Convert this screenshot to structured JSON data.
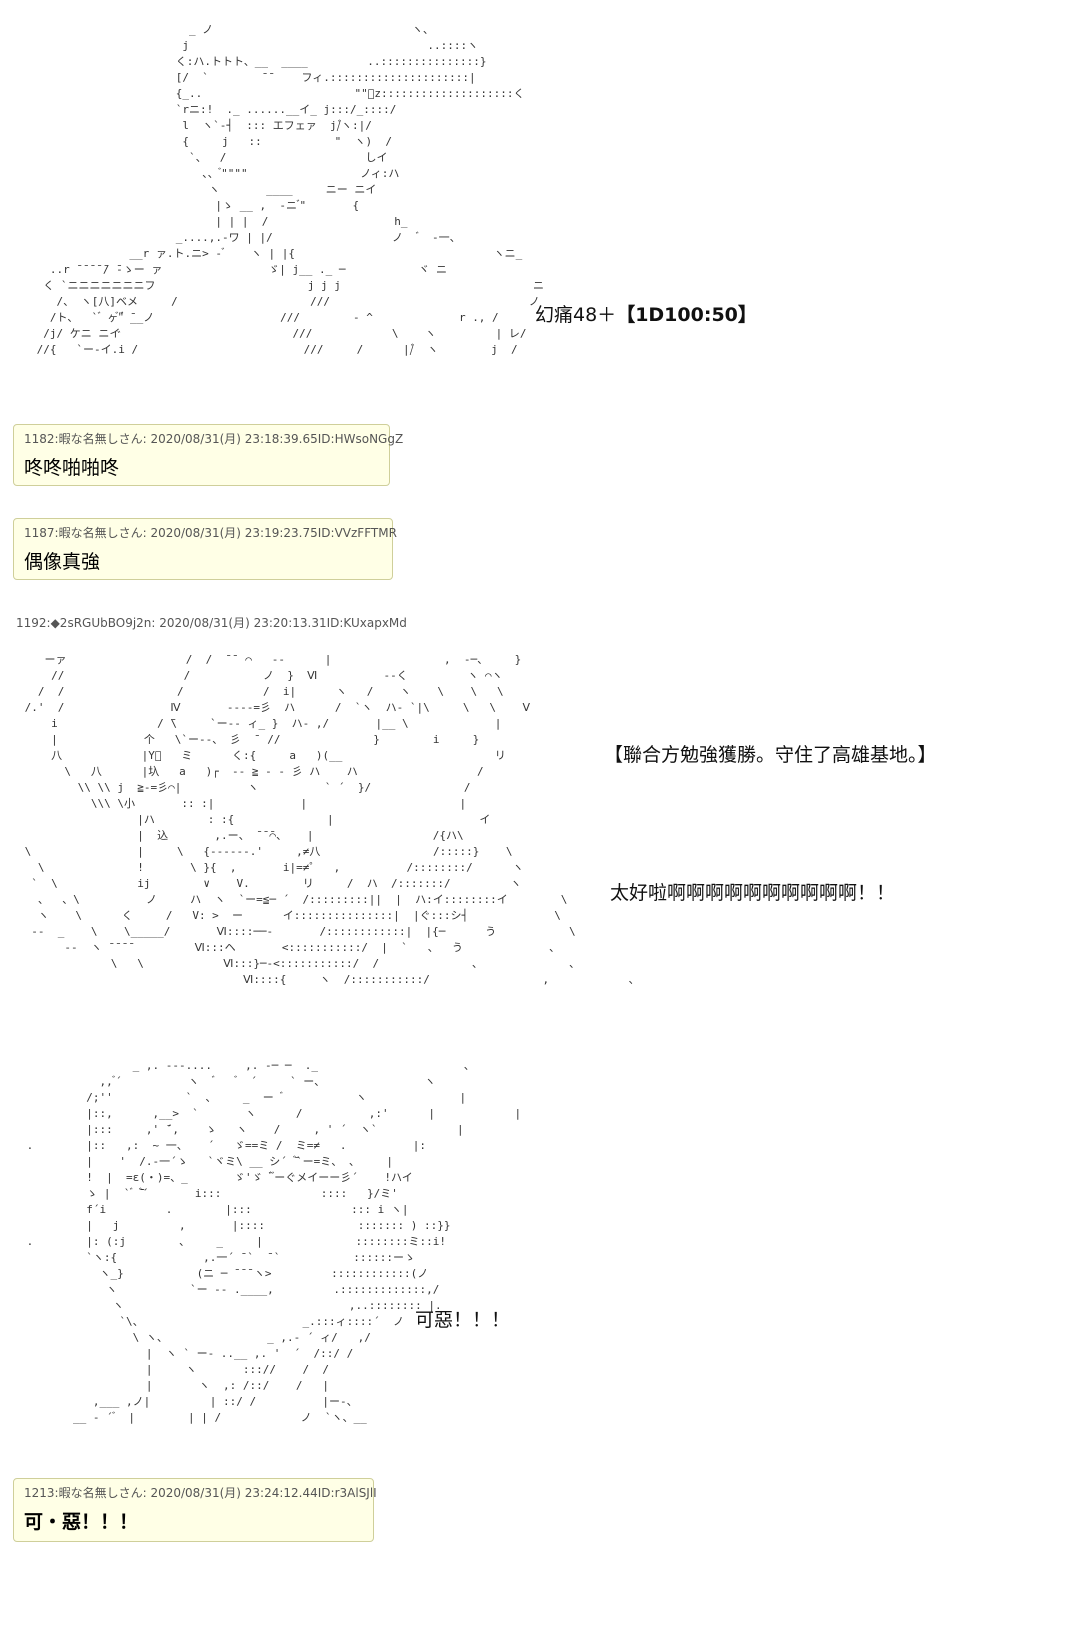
{
  "captions": {
    "phantom_pain": "幻痛48＋",
    "dice": "【1D100:50】",
    "victory": "【聯合方勉強獲勝。守住了高雄基地。】",
    "joy": "太好啦啊啊啊啊啊啊啊啊啊啊！！",
    "damn": "可惡！！！"
  },
  "posts": [
    {
      "header": "1182:暇な名無しさん: 2020/08/31(月) 23:18:39.65ID:HWsoNGgZ",
      "body": "咚咚啪啪咚"
    },
    {
      "header": "1187:暇な名無しさん: 2020/08/31(月) 23:19:23.75ID:VVzFFTMR",
      "body": "偶像真強"
    },
    {
      "header": "1213:暇な名無しさん: 2020/08/31(月) 23:24:12.44ID:r3AlSJlI",
      "body": "可・惡！！！"
    }
  ],
  "author_line": "1192:◆2sRGUbBO9j2n: 2020/08/31(月) 23:20:13.31ID:KUxapxMd"
}
